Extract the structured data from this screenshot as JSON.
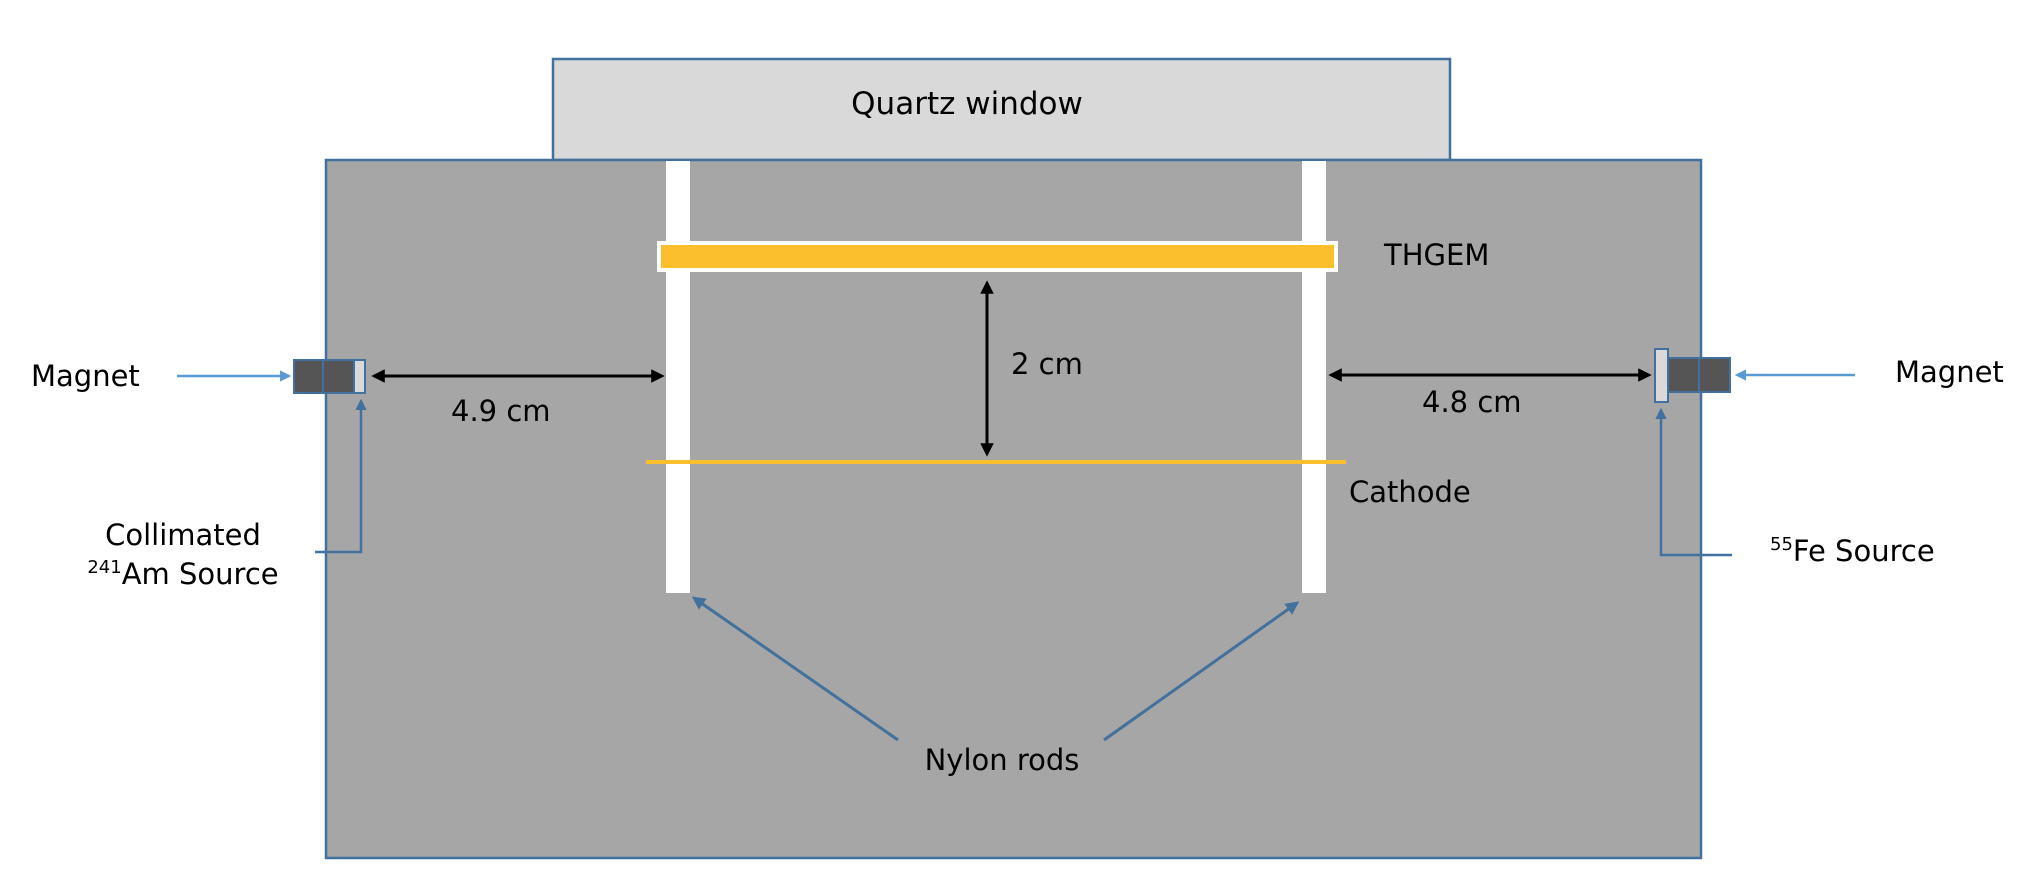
{
  "labels": {
    "quartz_window": "Quartz window",
    "thgem": "THGEM",
    "cathode": "Cathode",
    "magnet_left": "Magnet",
    "magnet_right": "Magnet",
    "distance_left": "4.9 cm",
    "distance_right": "4.8 cm",
    "gap_vertical": "2 cm",
    "am_source_line1": "Collimated",
    "am_source_isotope": "241",
    "am_source_name": "Am Source",
    "fe_source_isotope": "55",
    "fe_source_name": "Fe Source",
    "nylon_rods": "Nylon rods"
  },
  "colors": {
    "chamber": "#a6a6a6",
    "chamber_border": "#41719c",
    "quartz": "#d9d9d9",
    "thgem": "#fbbf2d",
    "cathode": "#fbbf2d",
    "rods": "#ffffff",
    "magnet": "#555555",
    "arrow_blue": "#5b9bd5",
    "leader_blue": "#41719c",
    "dimension": "#000000"
  }
}
